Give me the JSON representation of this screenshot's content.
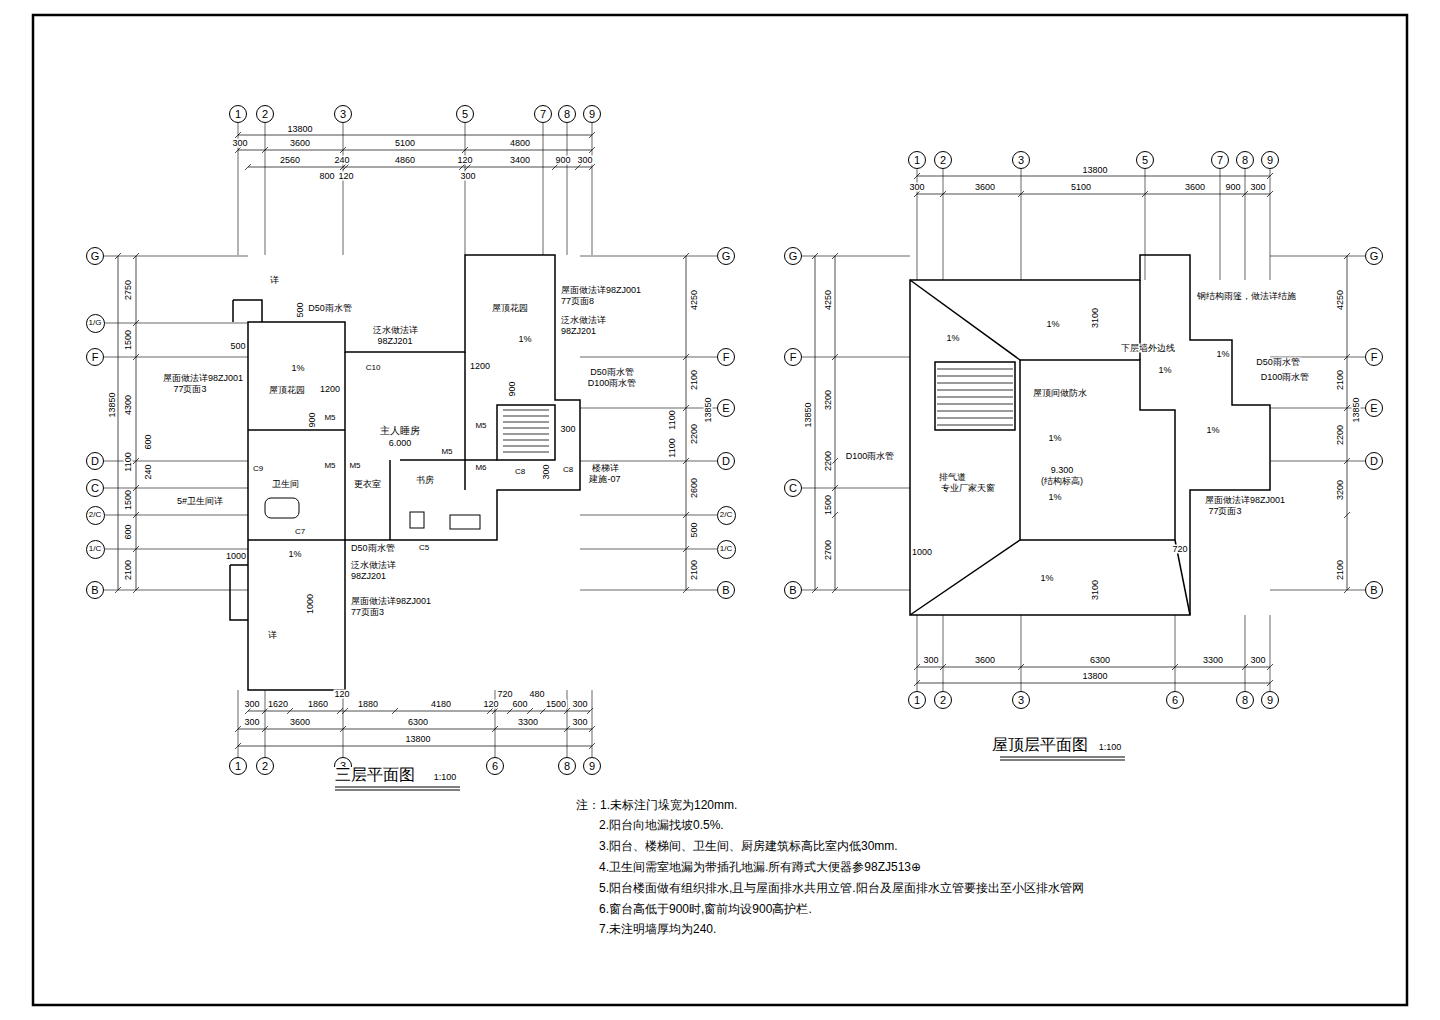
{
  "diagram": {
    "nodes": [
      {
        "text": [
          "1"
        ]
      },
      {
        "text": [
          "2"
        ]
      },
      {
        "text": [
          "3"
        ]
      },
      {
        "text": [
          "5"
        ]
      },
      {
        "text": [
          "7"
        ]
      },
      {
        "text": [
          "8"
        ]
      },
      {
        "text": [
          "9"
        ]
      },
      {
        "text": [
          "1"
        ]
      },
      {
        "text": [
          "2"
        ]
      },
      {
        "text": [
          "3"
        ]
      },
      {
        "text": [
          "6"
        ]
      },
      {
        "text": [
          "8"
        ]
      },
      {
        "text": [
          "9"
        ]
      },
      {
        "text": [
          "G"
        ]
      },
      {
        "text": [
          "1/G"
        ]
      },
      {
        "text": [
          "F"
        ]
      },
      {
        "text": [
          "D"
        ]
      },
      {
        "text": [
          "C"
        ]
      },
      {
        "text": [
          "2/C"
        ]
      },
      {
        "text": [
          "1/C"
        ]
      },
      {
        "text": [
          "B"
        ]
      },
      {
        "text": [
          "G"
        ]
      },
      {
        "text": [
          "F"
        ]
      },
      {
        "text": [
          "E"
        ]
      },
      {
        "text": [
          "D"
        ]
      },
      {
        "text": [
          "2/C"
        ]
      },
      {
        "text": [
          "1/C"
        ]
      },
      {
        "text": [
          "B"
        ]
      },
      {
        "text": [
          "1"
        ]
      },
      {
        "text": [
          "2"
        ]
      },
      {
        "text": [
          "3"
        ]
      },
      {
        "text": [
          "5"
        ]
      },
      {
        "text": [
          "7"
        ]
      },
      {
        "text": [
          "8"
        ]
      },
      {
        "text": [
          "9"
        ]
      },
      {
        "text": [
          "1"
        ]
      },
      {
        "text": [
          "2"
        ]
      },
      {
        "text": [
          "3"
        ]
      },
      {
        "text": [
          "6"
        ]
      },
      {
        "text": [
          "8"
        ]
      },
      {
        "text": [
          "9"
        ]
      },
      {
        "text": [
          "G"
        ]
      },
      {
        "text": [
          "F"
        ]
      },
      {
        "text": [
          "C"
        ]
      },
      {
        "text": [
          "B"
        ]
      },
      {
        "text": [
          "G"
        ]
      },
      {
        "text": [
          "F"
        ]
      },
      {
        "text": [
          "E"
        ]
      },
      {
        "text": [
          "D"
        ]
      },
      {
        "text": [
          "B"
        ]
      }
    ],
    "labels": [
      "13800",
      "300",
      "3600",
      "5100",
      "4800",
      "2560",
      "240",
      "4860",
      "120",
      "3400",
      "900",
      "300",
      "800",
      "120",
      "300",
      "2750",
      "1500",
      "4300",
      "1100",
      "1500",
      "600",
      "2100",
      "13850",
      "600",
      "240",
      "4250",
      "2100",
      "2200",
      "2600",
      "500",
      "2100",
      "13850",
      "1100",
      "1100",
      "300",
      "1620",
      "1860",
      "120",
      "1880",
      "4180",
      "120",
      "720",
      "600",
      "480",
      "1500",
      "300",
      "300",
      "3600",
      "6300",
      "3300",
      "300",
      "13800",
      "主人睡房",
      "6.000",
      "卫生间",
      "更衣室",
      "书房",
      "屋顶花园",
      "屋顶花园",
      "1%",
      "1%",
      "1%",
      "D50雨水管",
      "泛水做法详",
      "98ZJ201",
      "屋面做法详98ZJ001",
      "77页面3",
      "屋面做法详98ZJ001",
      "77页面8",
      "泛水做法详",
      "98ZJ201",
      "D50雨水管",
      "D100雨水管",
      "楼梯详",
      "建施-07",
      "D50雨水管",
      "泛水做法详",
      "98ZJ201",
      "屋面做法详98ZJ001",
      "77页面3",
      "5#卫生间详",
      "C10",
      "M5",
      "M5",
      "M5",
      "M5",
      "M5",
      "M6",
      "C8",
      "C8",
      "C9",
      "C7",
      "C5",
      "1200",
      "900",
      "1200",
      "900",
      "300",
      "300",
      "1000",
      "1000",
      "500",
      "500",
      "详",
      "详",
      "三层平面图",
      "1:100",
      "13800",
      "300",
      "3600",
      "5100",
      "3600",
      "900",
      "300",
      "4250",
      "3200",
      "2200",
      "1500",
      "2700",
      "13850",
      "4250",
      "2100",
      "2200",
      "3200",
      "2100",
      "13850",
      "3100",
      "3100",
      "1%",
      "1%",
      "1%",
      "1%",
      "1%",
      "1%",
      "1%",
      "1%",
      "下层墙外边线",
      "钢结构雨篷，做法详结施",
      "D50雨水管",
      "D100雨水管",
      "屋顶间做防水",
      "D100雨水管",
      "9.300",
      "(结构标高)",
      "排气道",
      "专业厂家天窗",
      "屋面做法详98ZJ001",
      "77页面3",
      "1000",
      "720",
      "300",
      "3600",
      "6300",
      "3300",
      "300",
      "13800",
      "屋顶层平面图",
      "1:100",
      "注：1.未标注门垛宽为120mm.",
      "2.阳台向地漏找坡0.5%.",
      "3.阳台、楼梯间、卫生间、厨房建筑标高比室内低30mm.",
      "4.卫生间需室地漏为带插孔地漏.所有蹲式大便器参98ZJ513⊕",
      "5.阳台楼面做有组织排水,且与屋面排水共用立管.阳台及屋面排水立管要接出至小区排水管网",
      "6.窗台高低于900时,窗前均设900高护栏.",
      "7.未注明墙厚均为240."
    ]
  }
}
